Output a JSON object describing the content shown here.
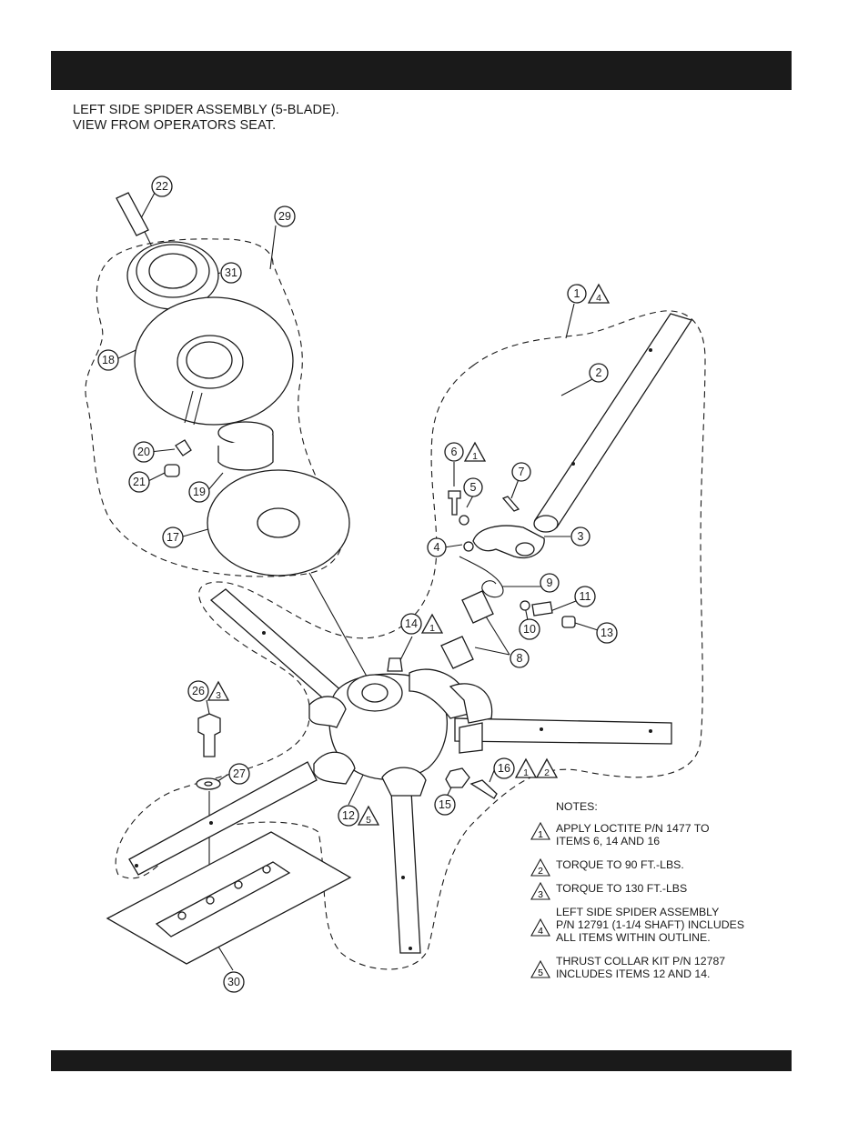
{
  "caption": {
    "line1": "LEFT SIDE SPIDER ASSEMBLY (5-BLADE).",
    "line2": "VIEW FROM OPERATORS SEAT."
  },
  "callouts": [
    {
      "label": "1",
      "flag": "4"
    },
    {
      "label": "2"
    },
    {
      "label": "3"
    },
    {
      "label": "4"
    },
    {
      "label": "5"
    },
    {
      "label": "6",
      "flag": "1"
    },
    {
      "label": "7"
    },
    {
      "label": "8"
    },
    {
      "label": "9"
    },
    {
      "label": "10"
    },
    {
      "label": "11"
    },
    {
      "label": "12",
      "flag": "5"
    },
    {
      "label": "13"
    },
    {
      "label": "14",
      "flag": "1"
    },
    {
      "label": "15"
    },
    {
      "label": "16",
      "flag": "1",
      "flag2": "2"
    },
    {
      "label": "17"
    },
    {
      "label": "18"
    },
    {
      "label": "19"
    },
    {
      "label": "20"
    },
    {
      "label": "21"
    },
    {
      "label": "22"
    },
    {
      "label": "26",
      "flag": "3"
    },
    {
      "label": "27"
    },
    {
      "label": "29"
    },
    {
      "label": "30"
    },
    {
      "label": "31"
    }
  ],
  "notes": {
    "title": "NOTES:",
    "items": [
      {
        "flag": "1",
        "line1": "APPLY LOCTITE  P/N 1477 TO",
        "line2": "ITEMS 6, 14 AND 16",
        "line3": ""
      },
      {
        "flag": "2",
        "line1": "TORQUE TO 90 FT.-LBS.",
        "line2": "",
        "line3": ""
      },
      {
        "flag": "3",
        "line1": "TORQUE TO 130 FT.-LBS",
        "line2": "",
        "line3": ""
      },
      {
        "flag": "4",
        "line1": "LEFT SIDE SPIDER ASSEMBLY",
        "line2": "P/N 12791 (1-1/4 SHAFT) INCLUDES",
        "line3": "ALL ITEMS WITHIN OUTLINE."
      },
      {
        "flag": "5",
        "line1": "THRUST COLLAR KIT P/N 12787",
        "line2": "INCLUDES ITEMS 12 AND 14.",
        "line3": ""
      }
    ]
  }
}
